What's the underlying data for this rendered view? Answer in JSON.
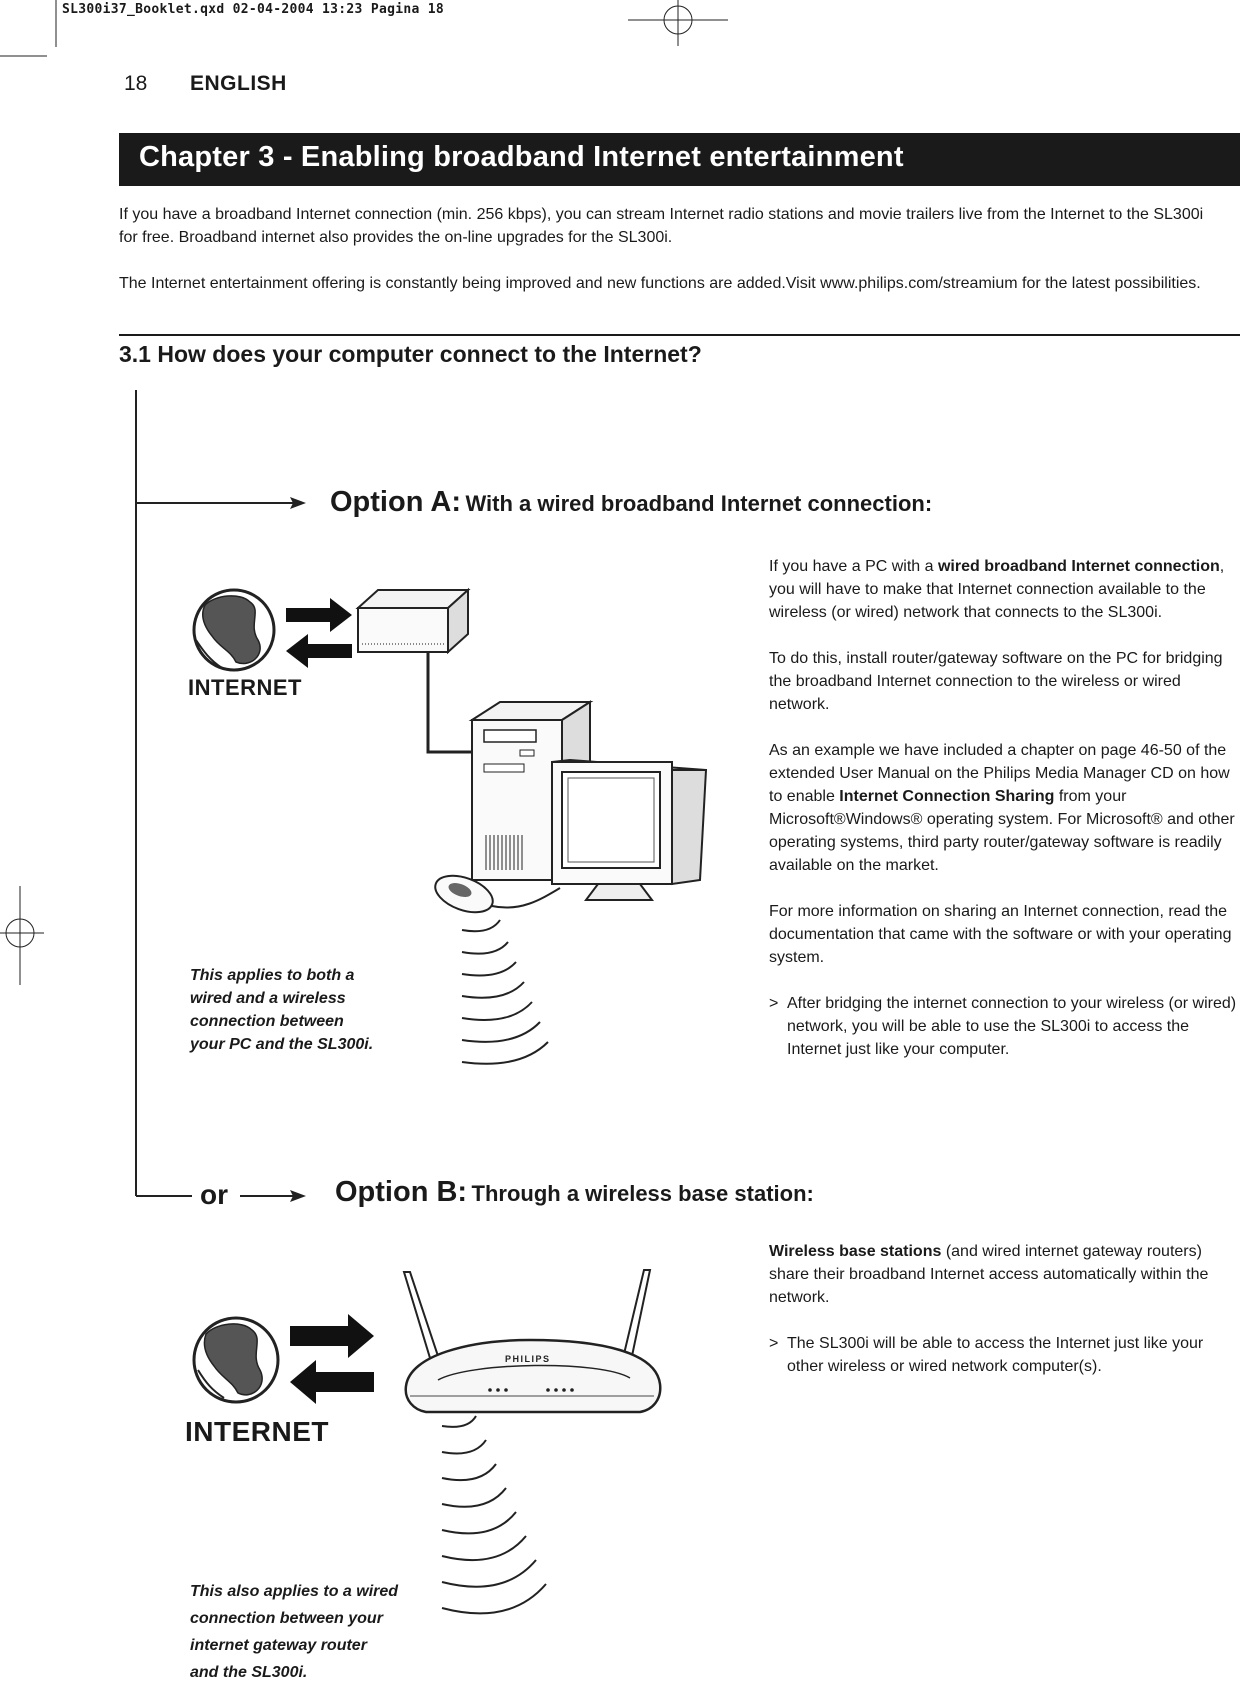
{
  "header": {
    "slug": "SL300i37_Booklet.qxd 02-04-2004 13:23 Pagina 18",
    "page_number": "18",
    "language": "ENGLISH"
  },
  "chapter": {
    "title": "Chapter 3 - Enabling broadband Internet entertainment",
    "intro_1": "If you have a broadband Internet connection (min. 256 kbps), you can stream Internet radio stations and movie trailers live from the Internet to the SL300i for free. Broadband internet also provides the on-line upgrades for the SL300i.",
    "intro_2": "The Internet entertainment offering is constantly being improved and new functions are added.Visit www.philips.com/streamium for the latest possibilities."
  },
  "section": {
    "title": "3.1 How does your computer connect to the Internet?"
  },
  "option_a": {
    "prefix": "Option A:",
    "title": "With a wired broadband Internet connection:",
    "internet_label": "INTERNET",
    "p1_lead": "If you have a PC with a ",
    "p1_bold": "wired broadband Internet connection",
    "p1_rest": ", you will have to make that Internet connection available to the wireless (or wired) network that connects to the SL300i.",
    "p2": "To do this, install router/gateway software on the PC for bridging the broadband Internet connection to the wireless or wired network.",
    "p3_lead": "As an example we have included a chapter on page 46-50 of the extended User Manual on the Philips Media Manager CD on how to enable ",
    "p3_bold": "Internet Connection Sharing",
    "p3_rest": " from your Microsoft®Windows® operating system. For Microsoft® and other operating systems, third party router/gateway software is readily available on the market.",
    "p4": "For more information on sharing an Internet connection, read the documentation that came with the software or with your operating system.",
    "bullet_mark": ">",
    "bullet": "After bridging the internet connection to your wireless (or wired) network, you will be able to use the SL300i to access the Internet just like your computer.",
    "caption_1": "This applies to both a",
    "caption_2": "wired and a wireless",
    "caption_3": "connection between",
    "caption_4": "your PC and the SL300i."
  },
  "or_label": "or",
  "option_b": {
    "prefix": "Option B:",
    "title": "Through a wireless base station:",
    "internet_label": "INTERNET",
    "router_brand": "PHILIPS",
    "p1_bold": "Wireless base stations",
    "p1_rest": " (and wired internet gateway routers) share their broadband Internet access automatically within the network.",
    "bullet_mark": ">",
    "bullet": "The SL300i will be able to access the Internet just like your other wireless or wired network computer(s).",
    "caption_1": "This also applies to a wired",
    "caption_2": "connection between your",
    "caption_3": "internet gateway router",
    "caption_4": "and the SL300i."
  }
}
